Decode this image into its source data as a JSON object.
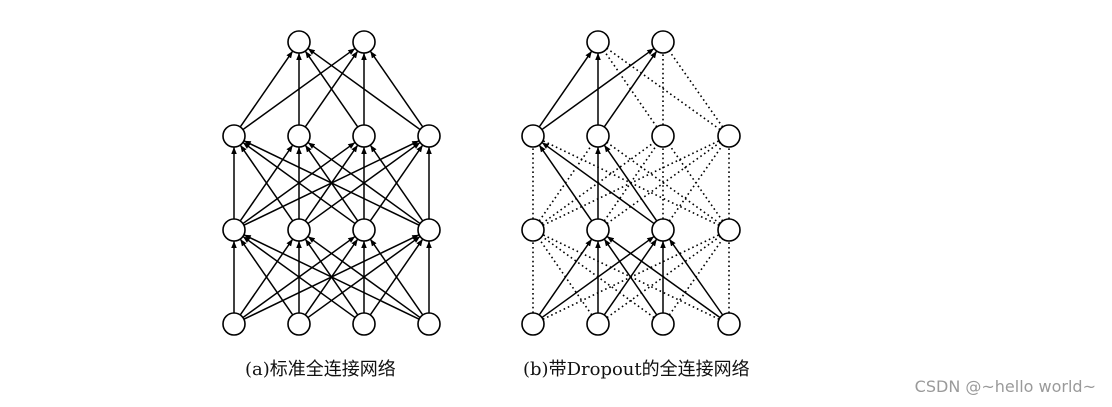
{
  "diagrams": [
    {
      "id": "a",
      "caption": "(a)标准全连接网络",
      "layers": [
        4,
        4,
        4,
        2
      ],
      "dropped_nodes": {
        "1": [],
        "2": []
      }
    },
    {
      "id": "b",
      "caption": "(b)带Dropout的全连接网络",
      "layers": [
        4,
        4,
        4,
        2
      ],
      "dropped_nodes": {
        "1": [
          0,
          3
        ],
        "2": [
          2,
          3
        ]
      }
    }
  ],
  "style": {
    "line_color": "#000000",
    "node_fill": "#ffffff"
  },
  "watermark": "CSDN @~hello world~"
}
